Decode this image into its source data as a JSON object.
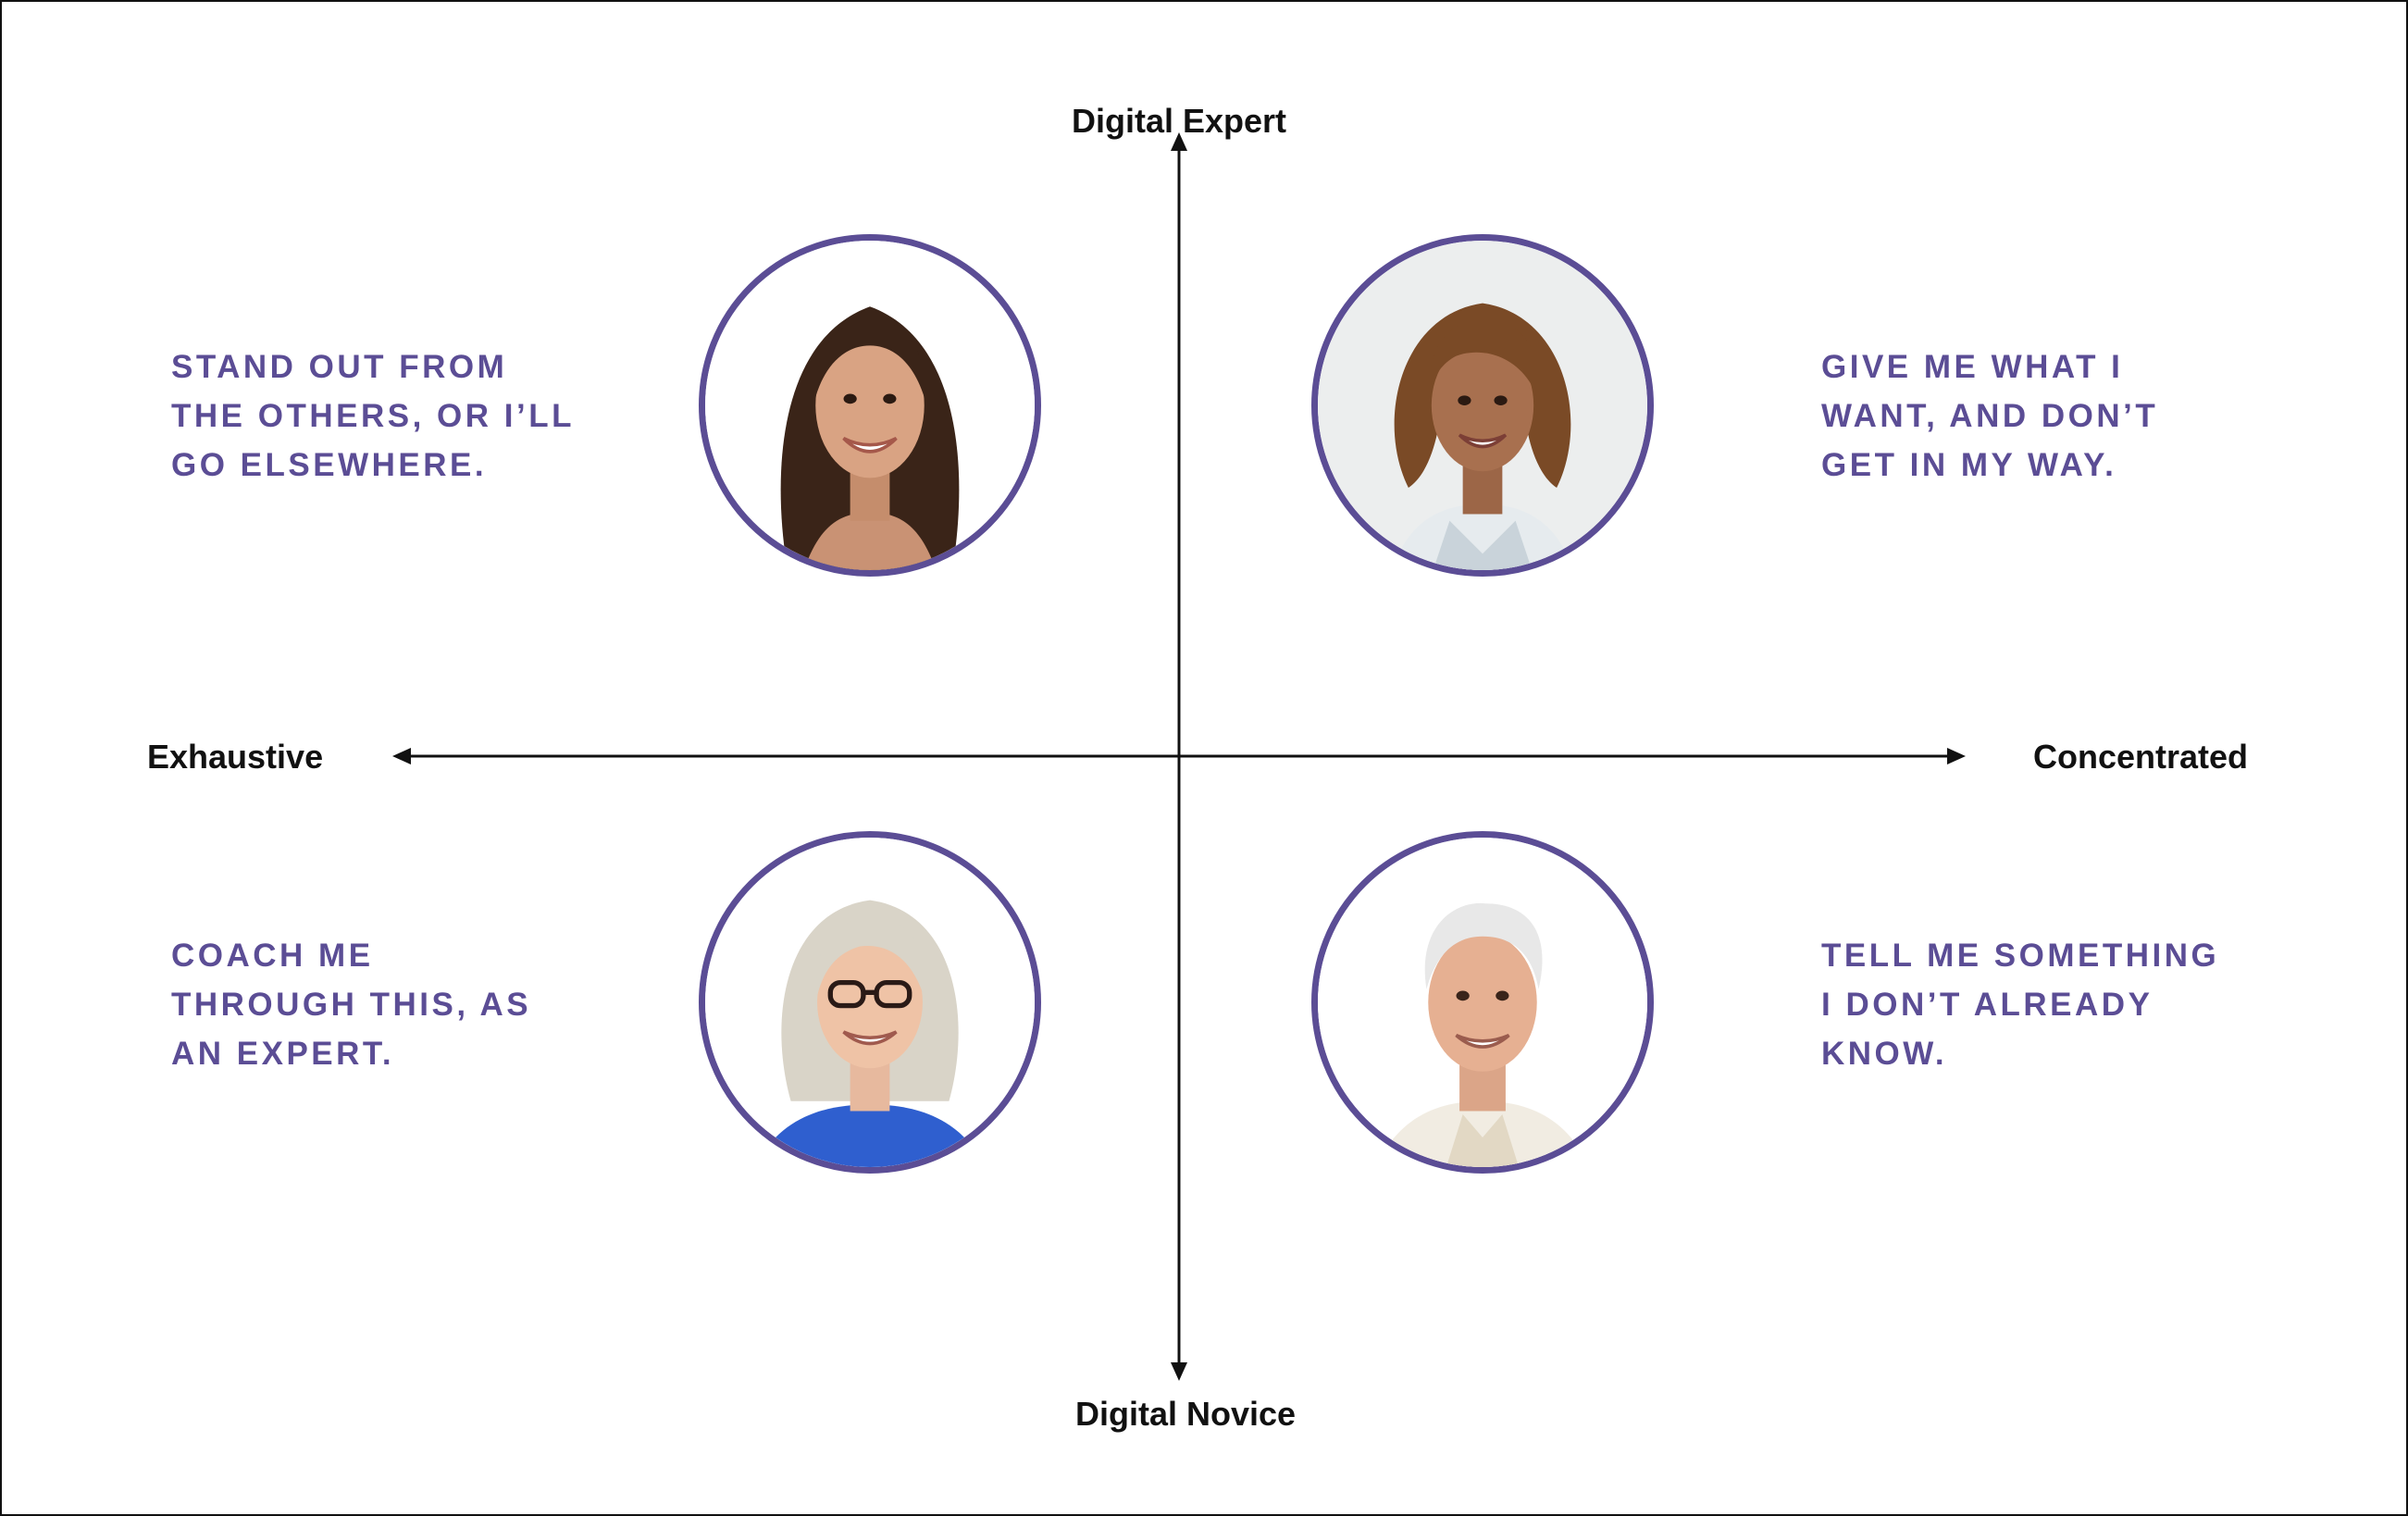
{
  "axes": {
    "top": "Digital Expert",
    "bottom": "Digital Novice",
    "left": "Exhaustive",
    "right": "Concentrated"
  },
  "colors": {
    "accent": "#5b4d95",
    "axis": "#111111",
    "background": "#ffffff"
  },
  "quadrants": {
    "top_left": {
      "lines": [
        "STAND OUT FROM",
        "THE OTHERS, OR I’LL",
        "GO ELSEWHERE."
      ]
    },
    "top_right": {
      "lines": [
        "GIVE ME WHAT I",
        "WANT, AND DON’T",
        "GET IN MY WAY."
      ]
    },
    "bottom_left": {
      "lines": [
        "COACH ME",
        "THROUGH THIS, AS",
        "AN EXPERT."
      ]
    },
    "bottom_right": {
      "lines": [
        "TELL ME SOMETHING",
        "I DON’T ALREADY",
        "KNOW."
      ]
    }
  }
}
